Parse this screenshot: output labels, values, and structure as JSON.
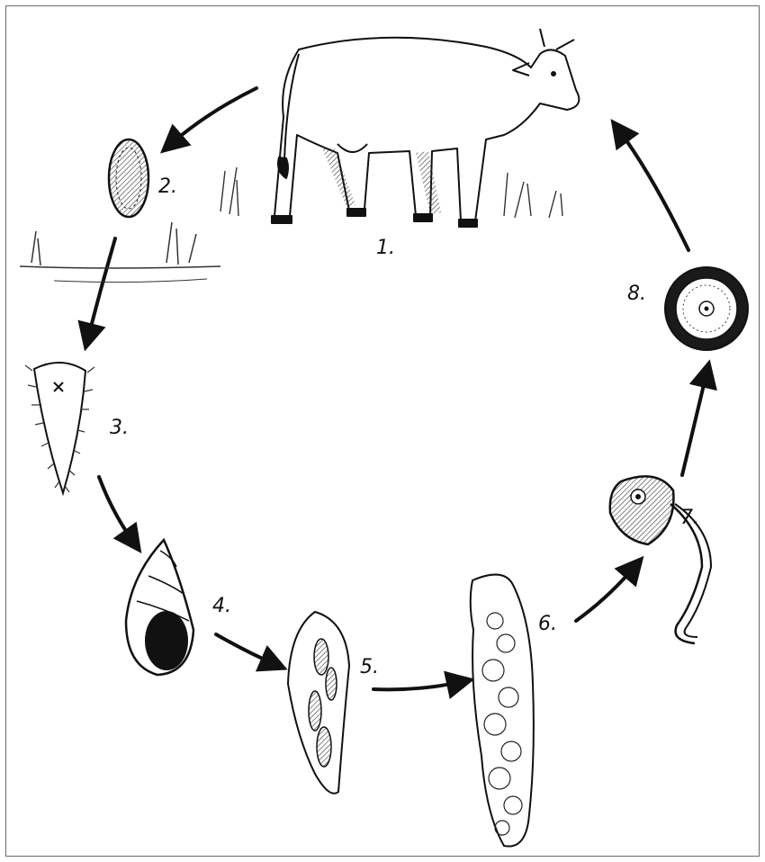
{
  "stages": [
    {
      "id": 1,
      "label": "1.",
      "icon": "cow-icon"
    },
    {
      "id": 2,
      "label": "2.",
      "icon": "egg-icon"
    },
    {
      "id": 3,
      "label": "3.",
      "icon": "miracidium-icon"
    },
    {
      "id": 4,
      "label": "4.",
      "icon": "snail-icon"
    },
    {
      "id": 5,
      "label": "5.",
      "icon": "sporocyst-icon"
    },
    {
      "id": 6,
      "label": "6.",
      "icon": "redia-icon"
    },
    {
      "id": 7,
      "label": "7.",
      "icon": "cercaria-icon"
    },
    {
      "id": 8,
      "label": "8.",
      "icon": "metacercaria-icon"
    }
  ],
  "colors": {
    "ink": "#111111",
    "shade": "#555555",
    "frame": "#6a6a6a"
  }
}
